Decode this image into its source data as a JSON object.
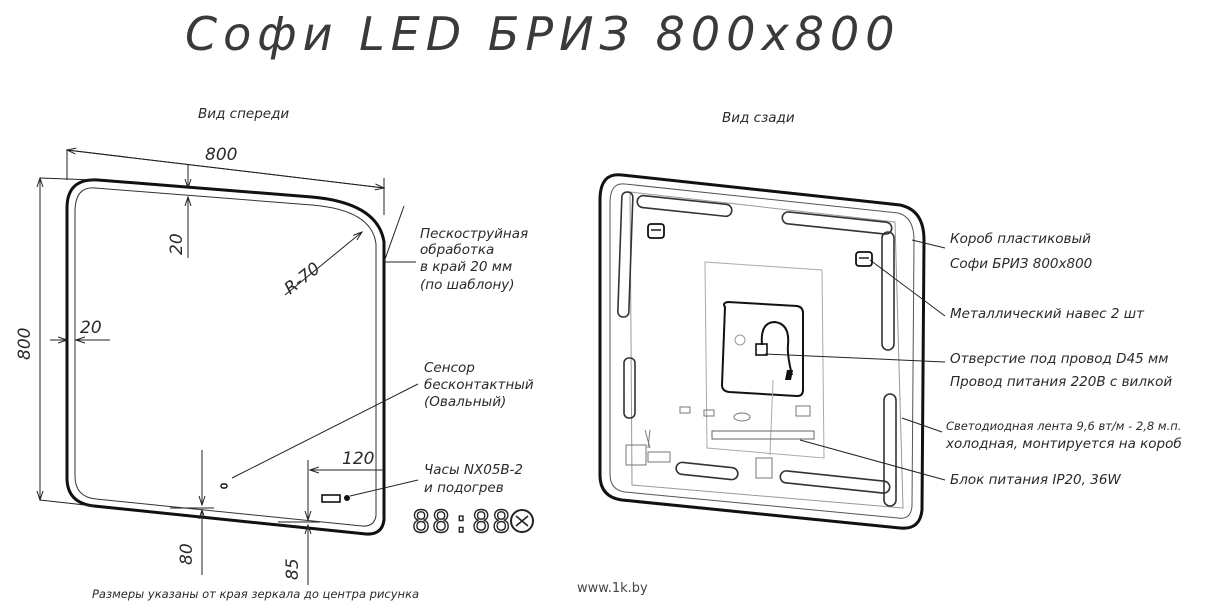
{
  "title": "Софи LED БРИЗ 800х800",
  "front": {
    "caption": "Вид спереди",
    "dim_width": "800",
    "dim_height": "800",
    "dim_top_margin": "20",
    "dim_side_margin": "20",
    "dim_radius": "R-70",
    "dim_120": "120",
    "dim_80": "80",
    "dim_85": "85",
    "clock_digits": "88:88",
    "callout_sandblast": [
      "Пескоструйная",
      "обработка",
      "в край 20 мм",
      "(по шаблону)"
    ],
    "callout_sensor": [
      "Сенсор",
      "бесконтактный",
      "(Овальный)"
    ],
    "callout_clock": [
      "Часы NX05B-2",
      "и подогрев"
    ],
    "footnote": "Размеры указаны от края зеркала до центра рисунка"
  },
  "back": {
    "caption": "Вид сзади",
    "callout_box": [
      "Короб пластиковый",
      "Софи БРИЗ 800х800"
    ],
    "callout_hanger": "Металлический навес 2 шт",
    "callout_hole": [
      "Отверстие под провод D45 мм",
      "Провод питания 220В с вилкой"
    ],
    "callout_led": [
      "Светодиодная лента 9,6 вт/м - 2,8 м.п.",
      "холодная, монтируется на короб"
    ],
    "callout_psu": "Блок питания IP20, 36W"
  },
  "watermark": "www.1k.by"
}
